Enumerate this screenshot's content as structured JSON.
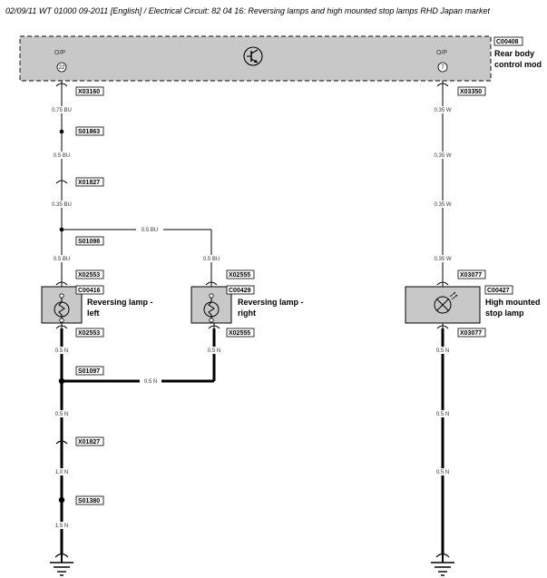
{
  "header": "02/09/11  WT 01000 09-2011 [English] / Electrical Circuit: 82 04 16: Reversing lamps and high mounted stop lamps RHD Japan market",
  "module": {
    "code": "C00408",
    "name_line1": "Rear body",
    "name_line2": "control mod",
    "pin_left_label": "O/P",
    "pin_left_num": "22",
    "pin_right_label": "O/P",
    "pin_right_num": "7"
  },
  "connectors": {
    "x03160": "X03160",
    "x03350": "X03350",
    "s01863": "S01863",
    "x01827a": "X01827",
    "s01098": "S01098",
    "x02553a": "X02553",
    "x02553b": "X02553",
    "x02555a": "X02555",
    "x02555b": "X02555",
    "x03077a": "X03077",
    "x03077b": "X03077",
    "s01097": "S01097",
    "x01827b": "X01827",
    "s01380": "S01380"
  },
  "components": {
    "rev_left": {
      "code": "C00416",
      "line1": "Reversing lamp -",
      "line2": "left"
    },
    "rev_right": {
      "code": "C00429",
      "line1": "Reversing lamp -",
      "line2": "right"
    },
    "stop": {
      "code": "C00427",
      "line1": "High mounted",
      "line2": "stop lamp"
    }
  },
  "wires": {
    "l1": "0.75 BU",
    "l2": "0.5 BU",
    "l3": "0.35 BU",
    "h_bu": "0.5 BU",
    "l4": "0.5 BU",
    "r_bu": "0.5 BU",
    "l5": "0.5 N",
    "r_n": "0.5 N",
    "h_n": "0.5 N",
    "l6": "0.5 N",
    "l7": "1.0 N",
    "l8": "1.5 N",
    "w1": "0.35 W",
    "w2": "0.35 W",
    "w3": "0.35 W",
    "w4": "0.35 W",
    "w5": "0.5 N",
    "w6": "0.5 N",
    "w7": "0.5 N"
  }
}
